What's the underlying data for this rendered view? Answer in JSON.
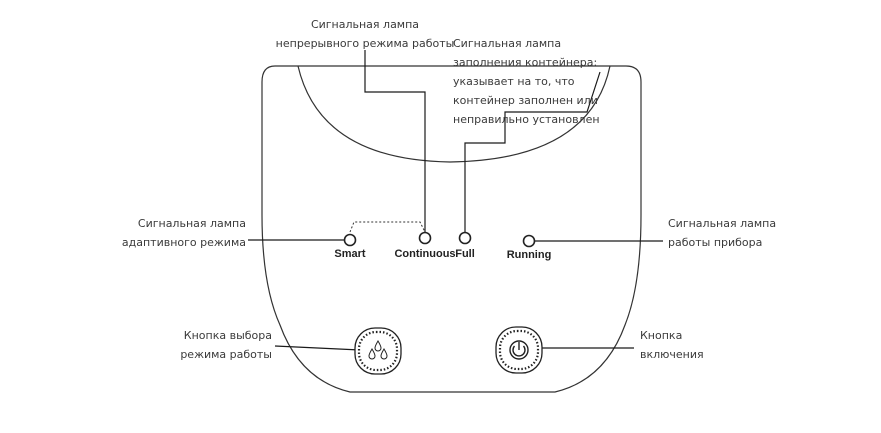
{
  "panel": {
    "indicators": {
      "smart": "Smart",
      "continuous": "Continuous",
      "full": "Full",
      "running": "Running"
    },
    "buttons": {
      "mode": {
        "icon": "water-drops-icon"
      },
      "power": {
        "icon": "power-icon"
      }
    }
  },
  "callouts": {
    "continuous": [
      "Сигнальная лампа",
      "непрерывного режима работы"
    ],
    "full": [
      "Сигнальная лампа",
      "заполнения контейнера:",
      "указывает на то, что",
      "контейнер заполнен или",
      "неправильно  установлен"
    ],
    "smart": [
      "Сигнальная лампа",
      "адаптивного режима"
    ],
    "running": [
      "Сигнальная лампа",
      "работы прибора"
    ],
    "mode_button": [
      "Кнопка выбора",
      "режима работы"
    ],
    "power_button": [
      "Кнопка",
      "включения"
    ]
  },
  "colors": {
    "line": "#1a1a1a",
    "outline": "#333333",
    "text": "#3a3a3a"
  }
}
